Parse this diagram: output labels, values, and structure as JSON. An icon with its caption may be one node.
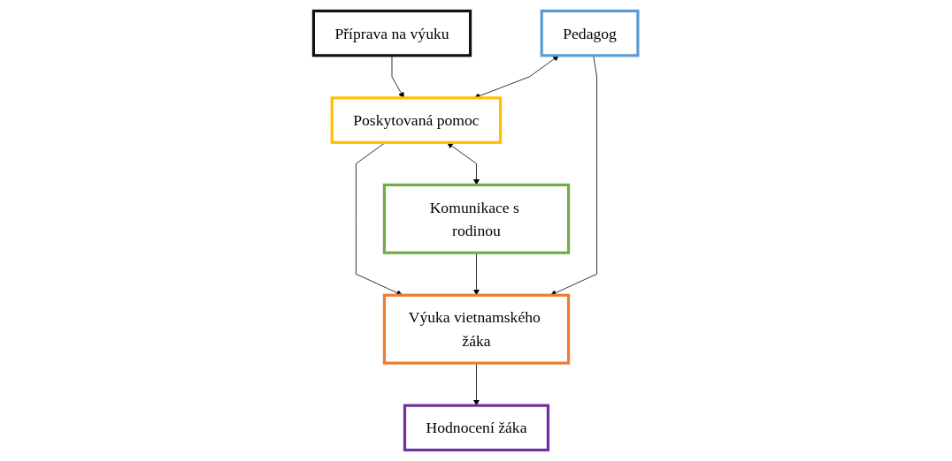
{
  "diagram": {
    "nodes": [
      {
        "text": [
          "Příprava na výuku"
        ]
      },
      {
        "text": [
          "Pedagog"
        ]
      },
      {
        "text": [
          "Poskytovaná pomoc"
        ]
      },
      {
        "text": [
          "Výuka vietnamského žáka"
        ]
      },
      {
        "text": [
          "Hodnocení žáka"
        ]
      },
      {
        "text": [
          "Komunikace s rodinou"
        ]
      }
    ],
    "edges": [
      {
        "from": 0,
        "to": 2,
        "arrow": "to"
      },
      {
        "from": 1,
        "to": 2,
        "arrow": "both"
      },
      {
        "from": 1,
        "to": 3,
        "arrow": "to"
      },
      {
        "from": 2,
        "to": 3,
        "arrow": "to"
      },
      {
        "from": 2,
        "to": 5,
        "arrow": "both"
      },
      {
        "from": 5,
        "to": 3,
        "arrow": "to"
      },
      {
        "from": 3,
        "to": 4,
        "arrow": "to"
      }
    ]
  }
}
